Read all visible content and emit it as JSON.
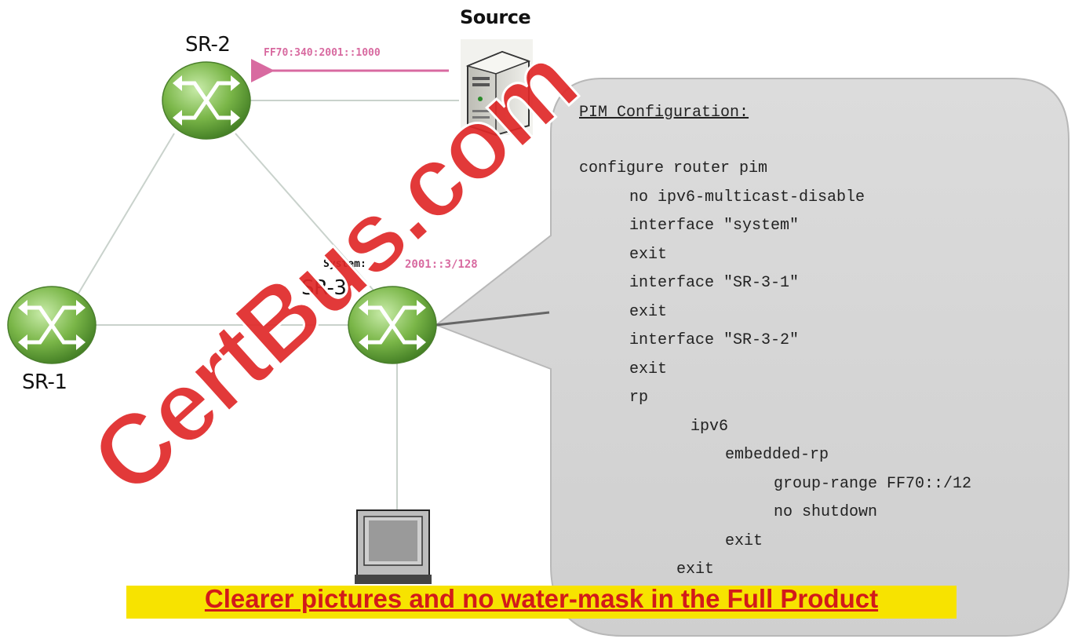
{
  "nodes": {
    "sr1": {
      "label": "SR-1"
    },
    "sr2": {
      "label": "SR-2"
    },
    "sr3": {
      "label": "SR-3",
      "system_prefix": "System:",
      "system_address": "2001::3/128"
    }
  },
  "source": {
    "label": "Source",
    "group_address": "FF70:340:2001::1000"
  },
  "config": {
    "title": "PIM Configuration:",
    "lines": [
      "configure router pim",
      "no ipv6-multicast-disable",
      "interface \"system\"",
      "exit",
      "interface \"SR-3-1\"",
      "exit",
      "interface \"SR-3-2\"",
      "exit",
      "rp",
      "ipv6",
      "embedded-rp",
      "group-range FF70::/12",
      "no shutdown",
      "exit",
      "exit"
    ]
  },
  "watermark": "CertBus.com",
  "banner": "Clearer pictures and no water-mask in the Full Product",
  "colors": {
    "router_green": "#7ab648",
    "bubble_gray": "#d4d4d4",
    "pink": "#d86aa0",
    "watermark_red": "#df2828",
    "banner_yellow": "#f7e300",
    "banner_red": "#d21a1a"
  }
}
